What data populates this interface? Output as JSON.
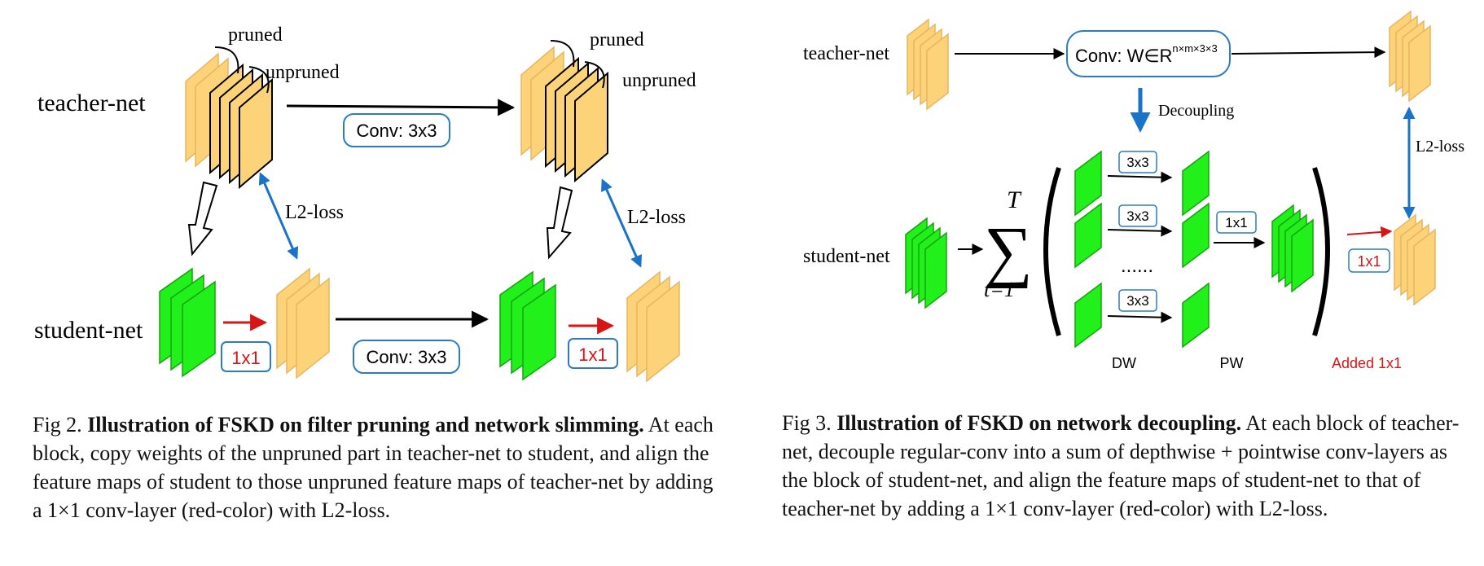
{
  "fig2": {
    "labels": {
      "teacher_net": "teacher-net",
      "student_net": "student-net",
      "pruned": "pruned",
      "unpruned": "unpruned",
      "l2_loss": "L2-loss",
      "conv_3x3": "Conv: 3x3",
      "one_by_one": "1x1"
    },
    "caption": {
      "prefix": "Fig 2. ",
      "title": "Illustration of FSKD on filter pruning and network slimming.",
      "body": " At each block, copy weights of the unpruned part in teacher-net to student, and align the feature maps of student to those unpruned feature maps of teacher-net by adding a 1×1 conv-layer (red-color) with L2-loss."
    }
  },
  "fig3": {
    "labels": {
      "teacher_net": "teacher-net",
      "student_net": "student-net",
      "conv_w": "Conv: W∈R",
      "conv_w_sup": "n×m×3×3",
      "decoupling": "Decoupling",
      "l2_loss": "L2-loss",
      "three_by_three": "3x3",
      "one_by_one": "1x1",
      "ellipsis": "......",
      "sum_top": "T",
      "sum_bottom": "t=1",
      "dw": "DW",
      "pw": "PW",
      "added_1x1": "Added 1x1"
    },
    "caption": {
      "prefix": "Fig 3. ",
      "title": "Illustration of FSKD on network decoupling.",
      "body": " At each block of teacher-net, decouple regular-conv into a sum of depthwise + pointwise conv-layers as the block of student-net, and align the feature maps of student-net to that of teacher-net by adding a 1×1 conv-layer (red-color) with L2-loss."
    }
  },
  "colors": {
    "teacher_fill": "#FDD37A",
    "teacher_stroke": "#E9B55E",
    "student_fill": "#22F01A",
    "student_stroke": "#14A40E",
    "blue": "#1A73C8",
    "red": "#D81414",
    "box_stroke": "#2A7DC4"
  }
}
